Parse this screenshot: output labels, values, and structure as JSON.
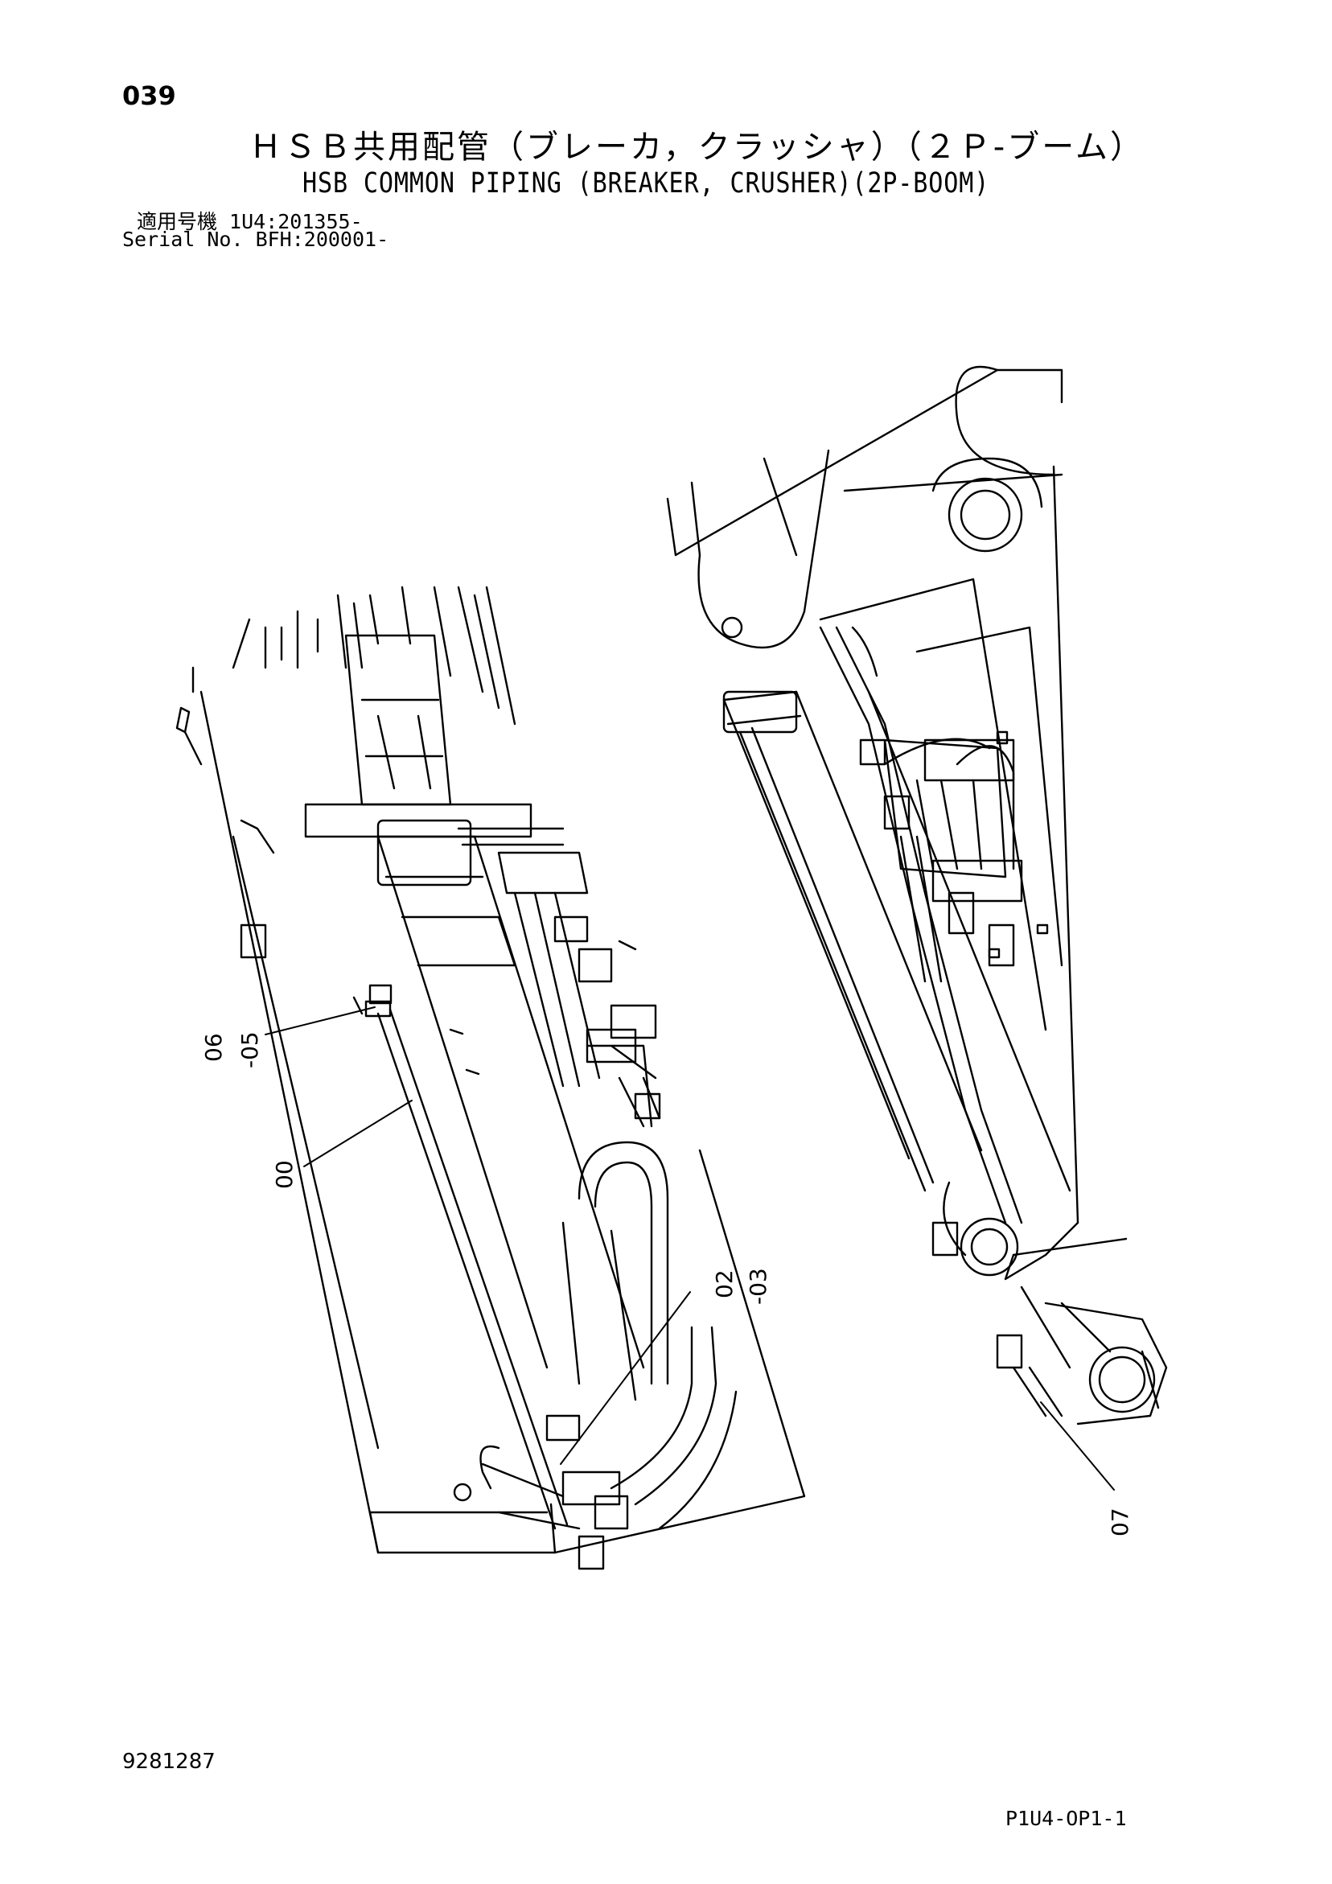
{
  "header": {
    "page_number": "039",
    "title_jp": "ＨＳＢ共用配管（ブレーカ，クラッシャ）（２Ｐ-ブーム）",
    "title_en": "HSB COMMON PIPING (BREAKER, CRUSHER)(2P-BOOM)",
    "serial_jp": "適用号機  1U4:201355-",
    "serial_en": "Serial No. BFH:200001-"
  },
  "callouts": {
    "c0605a": "06",
    "c0605b": "-05",
    "c00": "00",
    "c0203a": "02",
    "c0203b": "-03",
    "c07": "07"
  },
  "footer": {
    "drawing_number": "9281287",
    "page_code": "P1U4-OP1-1"
  }
}
